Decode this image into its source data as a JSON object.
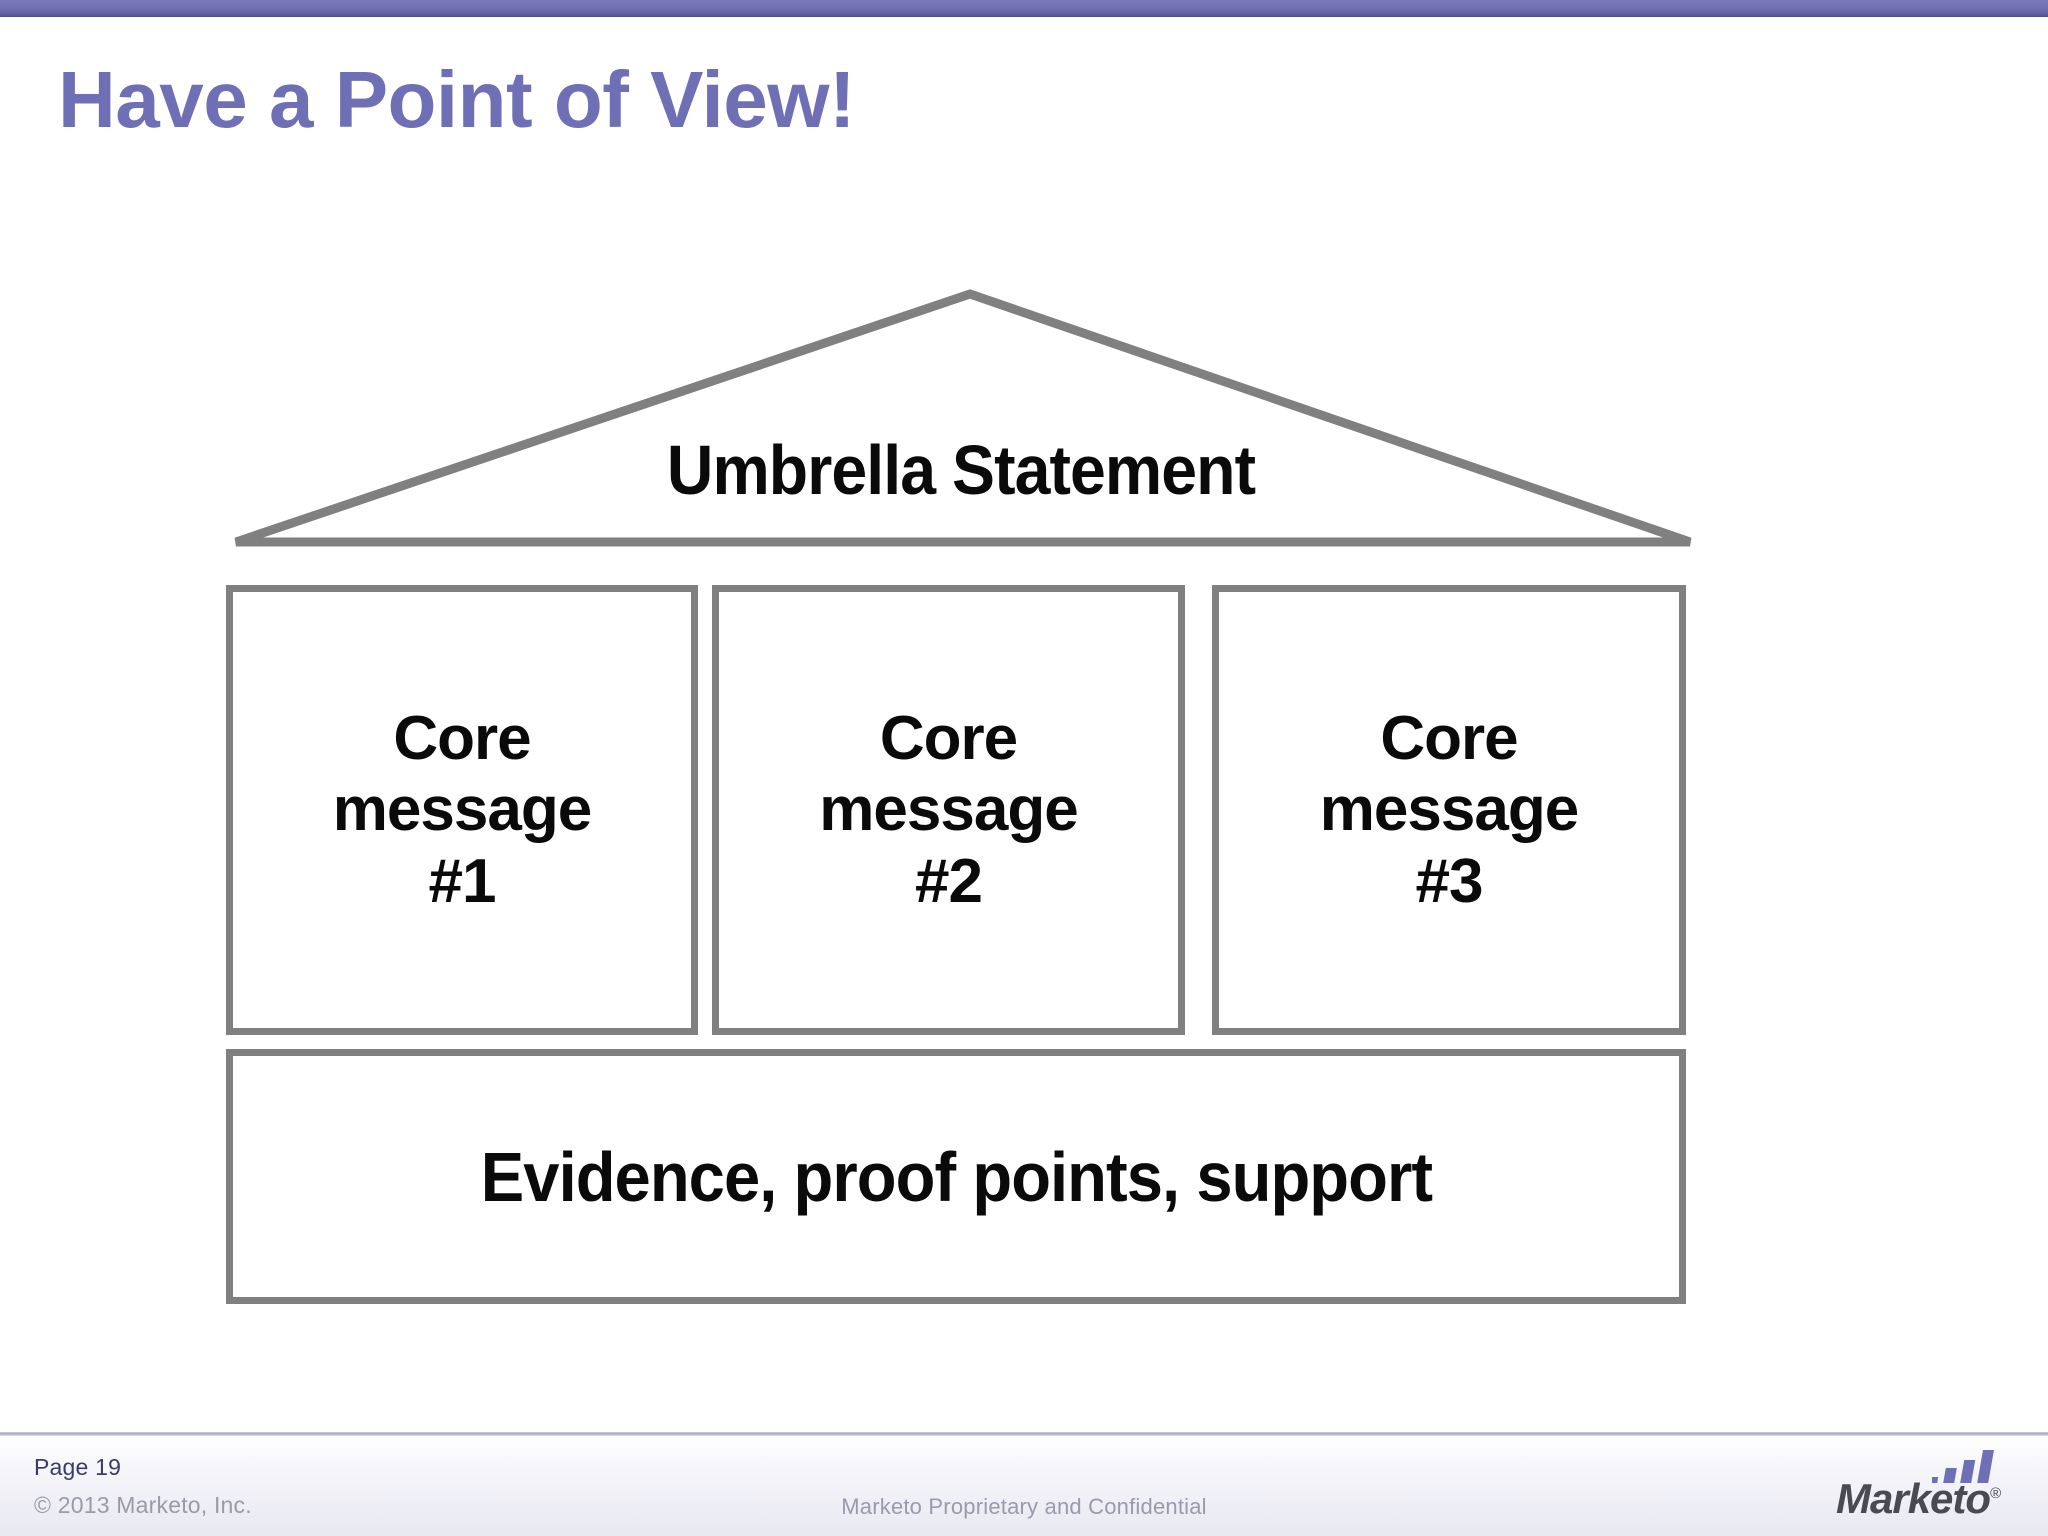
{
  "slide": {
    "title": "Have a Point of View!",
    "title_color": "#6f6fb5",
    "background_color": "#ffffff",
    "accent_band_color": "#6f6fb0"
  },
  "diagram": {
    "type": "message-house",
    "outline_color": "#808080",
    "text_color": "#000000",
    "roof": {
      "label": "Umbrella Statement",
      "shape": "triangle-roof"
    },
    "pillars": [
      {
        "id": 1,
        "label": "Core\nmessage\n#1"
      },
      {
        "id": 2,
        "label": "Core\nmessage\n#2"
      },
      {
        "id": 3,
        "label": "Core\nmessage\n#3"
      }
    ],
    "foundation": {
      "label": "Evidence, proof points, support"
    }
  },
  "footer": {
    "page_label": "Page 19",
    "copyright": "© 2013 Marketo, Inc.",
    "confidentiality": "Marketo Proprietary and Confidential",
    "logo": {
      "wordmark": "Marketo",
      "registered_mark": "®",
      "wordmark_color": "#4a4a52",
      "bars_color": "#6f6fb5"
    }
  }
}
